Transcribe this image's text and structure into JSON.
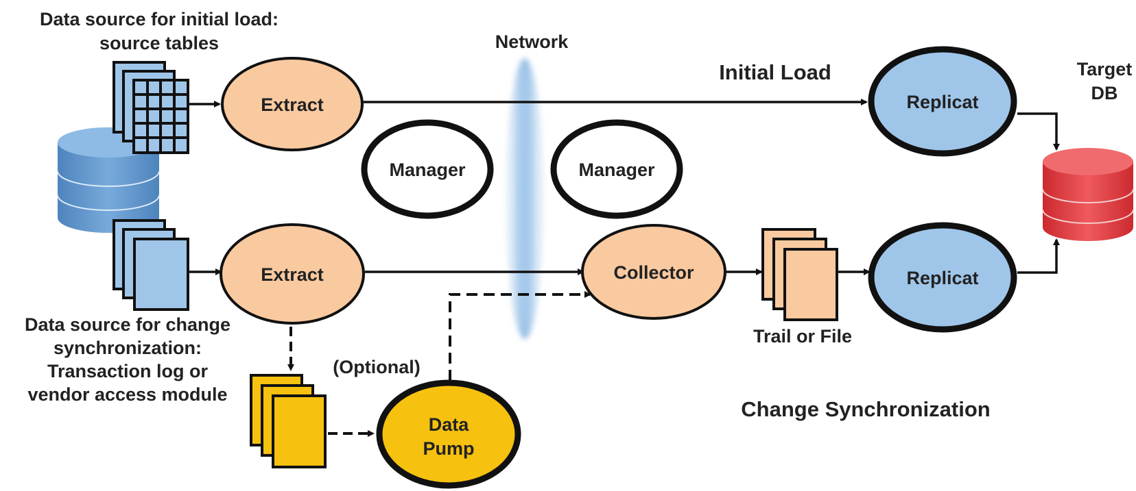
{
  "labels": {
    "initial_source_line1": "Data source for initial load:",
    "initial_source_line2": "source tables",
    "network": "Network",
    "initial_load": "Initial Load",
    "target_line1": "Target",
    "target_line2": "DB",
    "change_source_line1": "Data source for change",
    "change_source_line2": "synchronization:",
    "change_source_line3": "Transaction log or",
    "change_source_line4": "vendor access module",
    "optional": "(Optional)",
    "trail_or_file": "Trail or File",
    "change_sync": "Change Synchronization"
  },
  "nodes": {
    "extract_initial": "Extract",
    "extract_change": "Extract",
    "manager_source": "Manager",
    "manager_target": "Manager",
    "replicat_initial": "Replicat",
    "replicat_change": "Replicat",
    "collector": "Collector",
    "data_pump_line1": "Data",
    "data_pump_line2": "Pump"
  },
  "colors": {
    "extract_fill": "#f9c9a0",
    "replicat_fill": "#9fc6e9",
    "data_pump_fill": "#f6c10f",
    "manager_fill": "#ffffff",
    "source_db": "#5f95cc",
    "target_db": "#e24246",
    "table_doc_fill": "#9fc6e9",
    "trail_doc_fill": "#f9c9a0",
    "log_doc_fill": "#f6c10f",
    "network_cloud": "#9cc3e6",
    "line": "#111111"
  }
}
